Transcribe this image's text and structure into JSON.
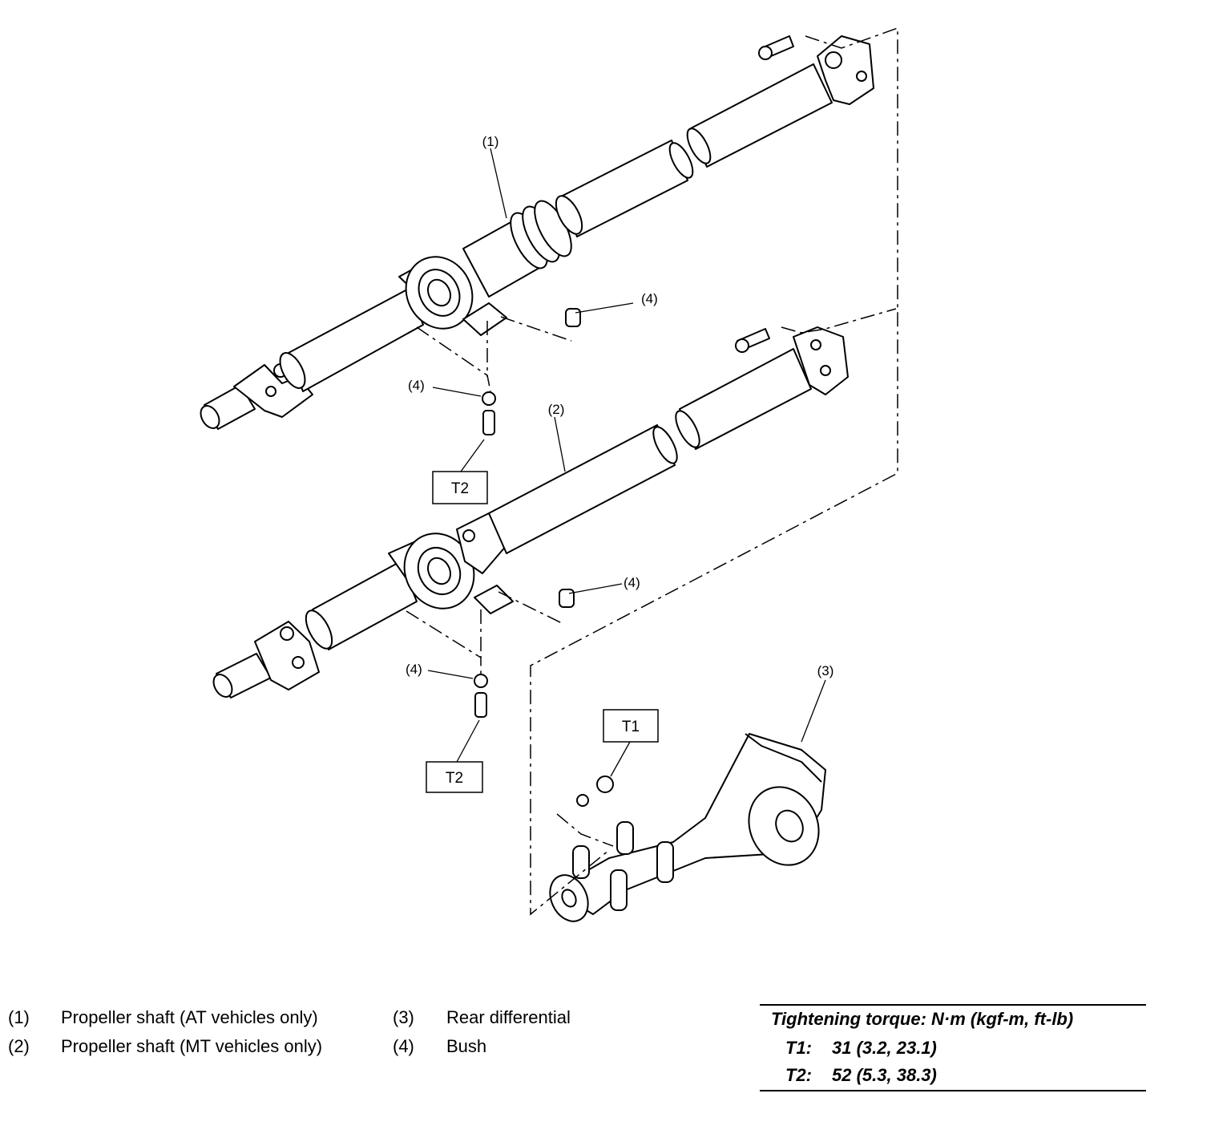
{
  "callouts": {
    "c1": "(1)",
    "c2": "(2)",
    "c3": "(3)",
    "c4": "(4)"
  },
  "torque_boxes": {
    "t1": "T1",
    "t2": "T2"
  },
  "legend": {
    "items": [
      {
        "num": "(1)",
        "text": "Propeller shaft (AT vehicles only)"
      },
      {
        "num": "(2)",
        "text": "Propeller shaft (MT vehicles only)"
      },
      {
        "num": "(3)",
        "text": "Rear differential"
      },
      {
        "num": "(4)",
        "text": "Bush"
      }
    ]
  },
  "torque_table": {
    "title": "Tightening torque: N·m (kgf-m, ft-lb)",
    "rows": [
      {
        "key": "T1:",
        "value": "31 (3.2, 23.1)"
      },
      {
        "key": "T2:",
        "value": "52 (5.3, 38.3)"
      }
    ]
  }
}
